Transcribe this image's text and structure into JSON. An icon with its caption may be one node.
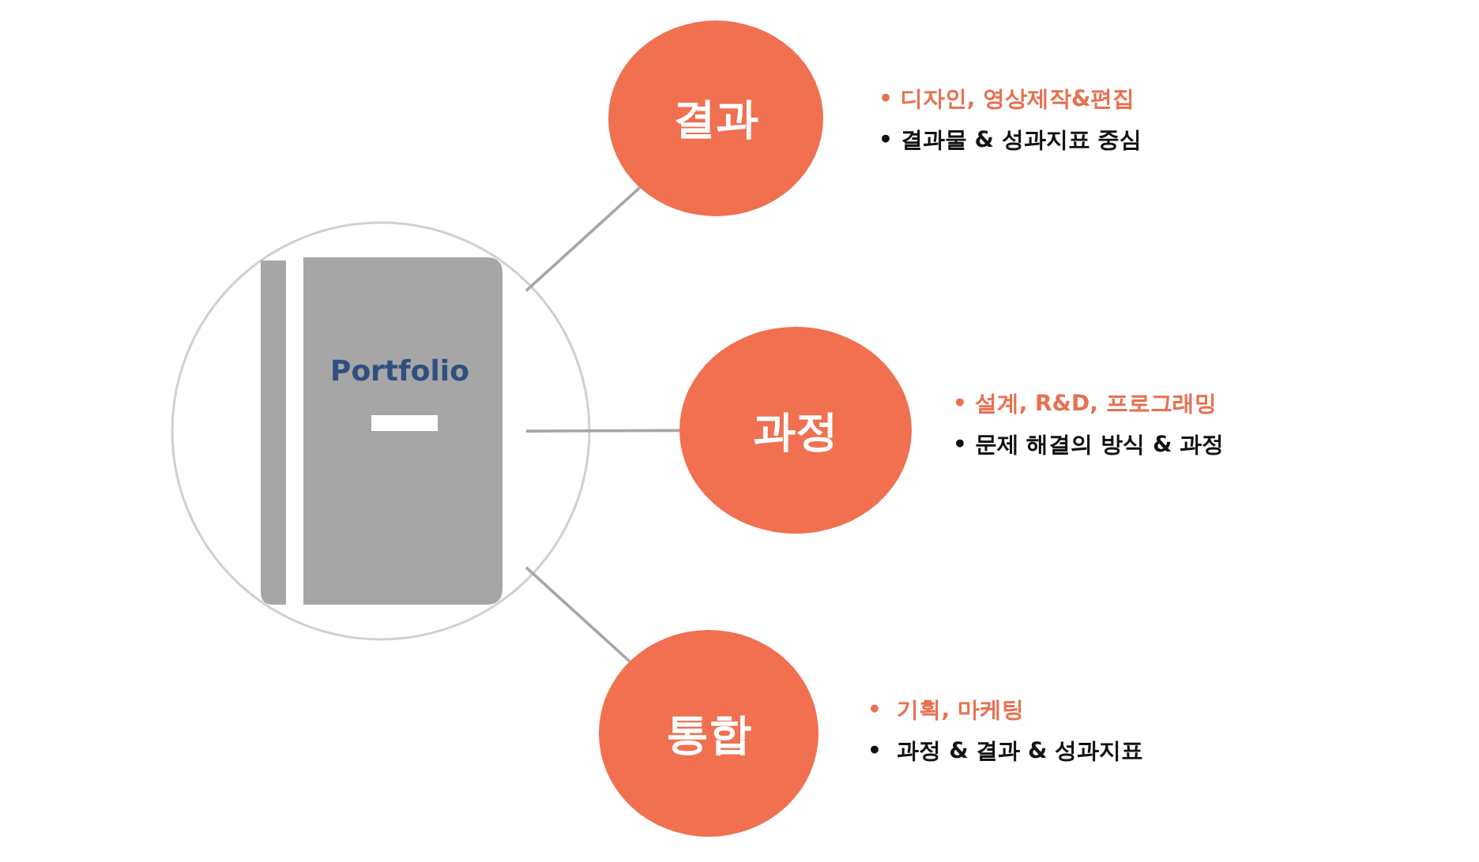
{
  "diagram": {
    "nodes": [
      {
        "text": [
          "Portfolio"
        ]
      },
      {
        "text": [
          "결과"
        ],
        "beside": [
          "• 디자인, 영상제작&편집",
          "• 결과물 & 성과지표 중심"
        ]
      },
      {
        "text": [
          "과정"
        ],
        "beside": [
          "• 설계, R&D, 프로그래밍",
          "• 문제 해결의 방식 & 과정"
        ]
      },
      {
        "text": [
          "통합"
        ],
        "beside": [
          "•  기획, 마케팅",
          "•  과정 & 결과 & 성과지표"
        ]
      }
    ],
    "edges": [
      {
        "from": 0,
        "to": 1,
        "arrow": "none"
      },
      {
        "from": 0,
        "to": 2,
        "arrow": "none"
      },
      {
        "from": 0,
        "to": 3,
        "arrow": "none"
      }
    ]
  }
}
